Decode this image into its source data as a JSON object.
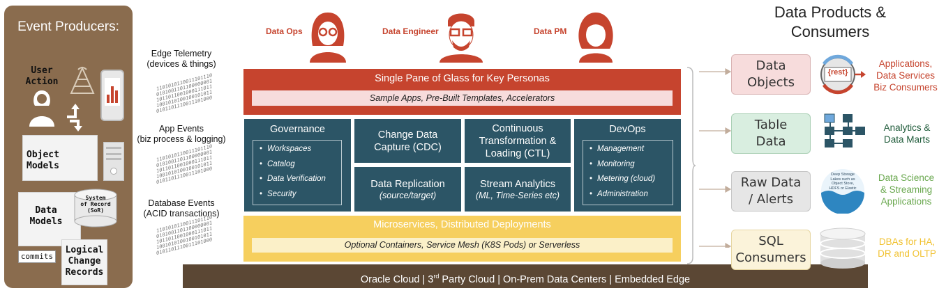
{
  "producers": {
    "title": "Event Producers:",
    "user_action": "User\nAction",
    "object_models": "Object\nModels",
    "data_models": "Data\nModels",
    "sor": "System\nof Record\n(SoR)",
    "commits": "commits",
    "lcr": "Logical\nChange\nRecords"
  },
  "events": {
    "edge": "Edge Telemetry\n(devices & things)",
    "app": "App Events\n(biz process & logging)",
    "db": "Database Events\n(ACID transactions)",
    "binary": "1101010110011101110\n0101001101100000001\n1011011001000111011\n1001010100100101011\n0101101110011101000"
  },
  "personas": [
    "Data Ops",
    "Data Engineer",
    "Data PM"
  ],
  "platform": {
    "pane_title": "Single Pane of Glass for Key Personas",
    "pane_sub": "Sample Apps, Pre-Built Templates, Accelerators",
    "governance": {
      "title": "Governance",
      "items": [
        "Workspaces",
        "Catalog",
        "Data Verification",
        "Security"
      ]
    },
    "cdc": "Change Data\nCapture (CDC)",
    "ctl": "Continuous\nTransformation &\nLoading (CTL)",
    "devops": {
      "title": "DevOps",
      "items": [
        "Management",
        "Monitoring",
        "Metering (cloud)",
        "Administration"
      ]
    },
    "replication_title": "Data Replication",
    "replication_sub": "(source/target)",
    "stream_title": "Stream Analytics",
    "stream_sub": "(ML, Time-Series etc)",
    "micro_title": "Microservices, Distributed Deployments",
    "micro_sub": "Optional Containers, Service Mesh (K8S Pods) or Serverless",
    "base_pre": "Oracle Cloud | 3",
    "base_sup": "rd",
    "base_post": " Party Cloud | On-Prem Data Centers | Embedded Edge"
  },
  "consumers": {
    "title": "Data Products &\nConsumers",
    "rows": [
      {
        "label": "Data\nObjects",
        "desc": "Applications,\nData Services\nBiz Consumers",
        "color": "#c6442e",
        "bg": "#f7dcdc"
      },
      {
        "label": "Table\nData",
        "desc": "Analytics &\nData Marts",
        "color": "#1f5b3a",
        "bg": "#d9eee0"
      },
      {
        "label": "Raw Data\n/ Alerts",
        "desc": "Data Science\n& Streaming\nApplications",
        "color": "#6aa84f",
        "bg": "#e6e6e6"
      },
      {
        "label": "SQL\nConsumers",
        "desc": "DBAs for HA,\nDR and OLTP",
        "color": "#f1c232",
        "bg": "#fbf3da"
      }
    ],
    "rest_label": "{rest}",
    "lake_text": "Deep Storage\nLakes such as\nObject Store,\nHDFS or Elastic"
  },
  "colors": {
    "red": "#c6442e",
    "teal": "#2c5566",
    "yellow": "#f6cf5e",
    "brown": "#8a6c4e",
    "base": "#5b4734"
  }
}
